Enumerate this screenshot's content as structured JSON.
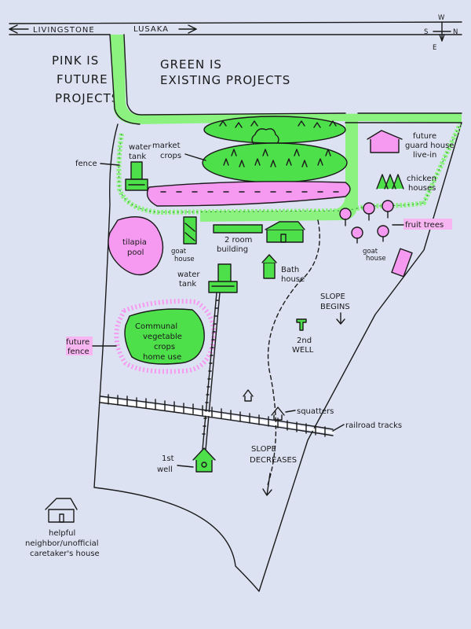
{
  "road": {
    "label_left": "LIVINGSTONE",
    "label_right": "LUSAKA"
  },
  "compass": {
    "w": "W",
    "n": "N",
    "e": "E",
    "s": "S"
  },
  "legend": {
    "pink_line1": "PINK IS",
    "pink_line2": "FUTURE",
    "pink_line3": "PROJECTS",
    "green_line1": "GREEN IS",
    "green_line2": "EXISTING PROJECTS"
  },
  "labels": {
    "fence": "fence",
    "water_tank_top_1": "water",
    "water_tank_top_2": "tank",
    "market_crops_1": "market",
    "market_crops_2": "crops",
    "future_guard_1": "future",
    "future_guard_2": "guard house",
    "future_guard_3": "live-in",
    "chicken_1": "chicken",
    "chicken_2": "houses",
    "fruit_trees": "fruit trees",
    "tilapia_1": "tilapia",
    "tilapia_2": "pool",
    "goat_house_left_1": "goat",
    "goat_house_left_2": "house",
    "two_room_1": "2 room",
    "two_room_2": "building",
    "goat_house_right_1": "goat",
    "goat_house_right_2": "house",
    "water_tank_mid_1": "water",
    "water_tank_mid_2": "tank",
    "bath_1": "Bath",
    "bath_2": "house",
    "slope_begins_1": "SLOPE",
    "slope_begins_2": "BEGINS",
    "communal_1": "Communal",
    "communal_2": "vegetable",
    "communal_3": "crops",
    "communal_4": "home use",
    "future_fence_1": "future",
    "future_fence_2": "fence",
    "second_well_1": "2nd",
    "second_well_2": "WELL",
    "squatters": "squatters",
    "railroad": "railroad tracks",
    "slope_decreases_1": "SLOPE",
    "slope_decreases_2": "DECREASES",
    "first_well_1": "1st",
    "first_well_2": "well",
    "neighbor_1": "helpful",
    "neighbor_2": "neighbor/unofficial",
    "neighbor_3": "caretaker's house"
  },
  "colors": {
    "background": "#dde2f3",
    "existing_green": "#4ee04a",
    "future_pink": "#f59af0",
    "ink": "#1a1a1a"
  }
}
